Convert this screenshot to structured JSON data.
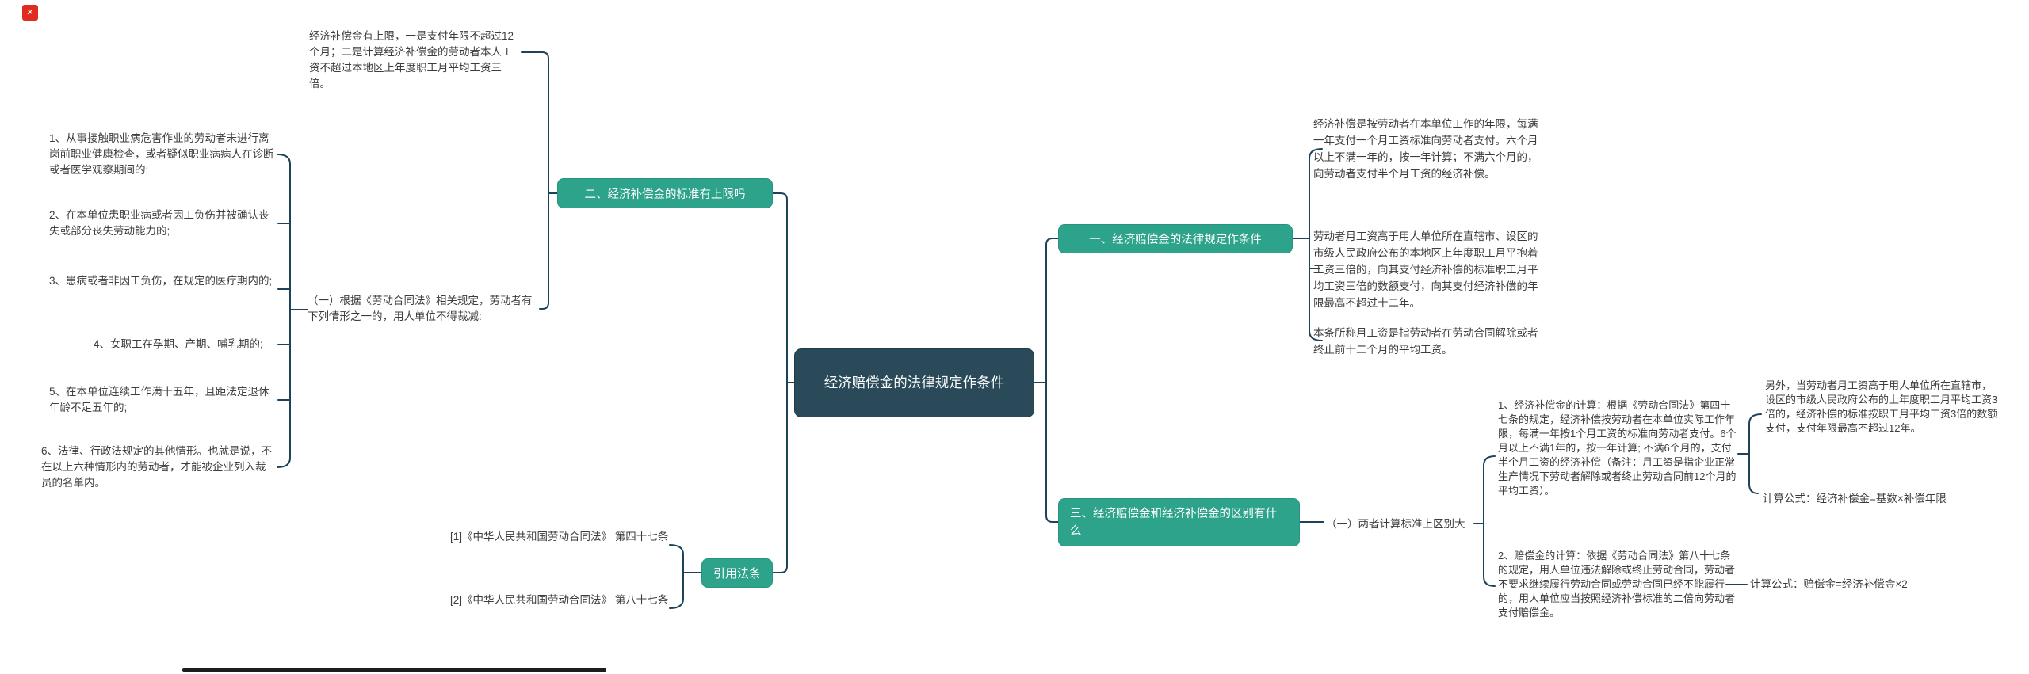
{
  "colors": {
    "accent_teal": "#2ea38b",
    "root_dark": "#2b4a59",
    "connector": "#1e4257",
    "body_text": "#3d3d3d",
    "background": "#ffffff"
  },
  "root": {
    "label": "经济赔偿金的法律规定作条件"
  },
  "branch_limit": {
    "label": "二、经济补偿金的标准有上限吗",
    "summary": "经济补偿金有上限，一是支付年限不超过12个月；二是计算经济补偿金的劳动者本人工资不超过本地区上年度职工月平均工资三倍。",
    "rule": "（一）根据《劳动合同法》相关规定，劳动者有下列情形之一的，用人单位不得裁减:",
    "items": [
      "1、从事接触职业病危害作业的劳动者未进行离岗前职业健康检查，或者疑似职业病病人在诊断或者医学观察期间的;",
      "2、在本单位患职业病或者因工负伤并被确认丧失或部分丧失劳动能力的;",
      "3、患病或者非因工负伤，在规定的医疗期内的;",
      "4、女职工在孕期、产期、哺乳期的;",
      "5、在本单位连续工作满十五年，且距法定退休年龄不足五年的;",
      "6、法律、行政法规定的其他情形。也就是说，不在以上六种情形内的劳动者，才能被企业列入裁员的名单内。"
    ]
  },
  "branch_law": {
    "label": "引用法条",
    "citations": [
      "[1]《中华人民共和国劳动合同法》 第四十七条",
      "[2]《中华人民共和国劳动合同法》 第八十七条"
    ]
  },
  "branch_legal": {
    "label": "一、经济赔偿金的法律规定作条件",
    "paragraphs": [
      "经济补偿是按劳动者在本单位工作的年限，每满一年支付一个月工资标准向劳动者支付。六个月以上不满一年的，按一年计算；不满六个月的，向劳动者支付半个月工资的经济补偿。",
      "劳动者月工资高于用人单位所在直辖市、设区的市级人民政府公布的本地区上年度职工月平抱着工资三倍的，向其支付经济补偿的标准职工月平均工资三倍的数额支付，向其支付经济补偿的年限最高不超过十二年。",
      "本条所称月工资是指劳动者在劳动合同解除或者终止前十二个月的平均工资。"
    ]
  },
  "branch_diff": {
    "label": "三、经济赔偿金和经济补偿金的区别有什么",
    "subtopic": "（一）两者计算标准上区别大",
    "calc_compensation": "1、经济补偿金的计算：根据《劳动合同法》第四十七条的规定，经济补偿按劳动者在本单位实际工作年限，每满一年按1个月工资的标准向劳动者支付。6个月以上不满1年的，按一年计算; 不满6个月的，支付半个月工资的经济补偿（备注：月工资是指企业正常生产情况下劳动者解除或者终止劳动合同前12个月的平均工资）。",
    "extra": "另外，当劳动者月工资高于用人单位所在直辖市，设区的市级人民政府公布的上年度职工月平均工资3倍的，经济补偿的标准按职工月平均工资3倍的数额支付，支付年限最高不超过12年。",
    "formula_compensation": "计算公式：经济补偿金=基数×补偿年限",
    "calc_damages": "2、赔偿金的计算：依据《劳动合同法》第八十七条的规定，用人单位违法解除或终止劳动合同，劳动者不要求继续履行劳动合同或劳动合同已经不能履行的，用人单位应当按照经济补偿标准的二倍向劳动者支付赔偿金。",
    "formula_damages": "计算公式：赔偿金=经济补偿金×2"
  },
  "icons": {
    "doc_icon_glyph": "✕"
  }
}
